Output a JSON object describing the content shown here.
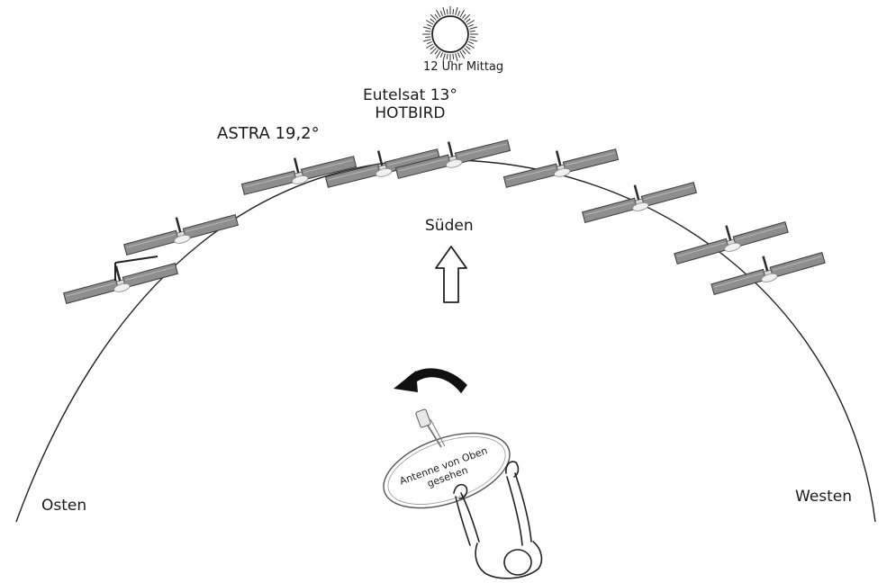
{
  "labels": {
    "sun": "12 Uhr Mittag",
    "eutelsat_line1": "Eutelsat 13°",
    "eutelsat_line2": "HOTBIRD",
    "astra": "ASTRA 19,2°",
    "south": "Süden",
    "east": "Osten",
    "west": "Westen",
    "antenna_line1": "Antenne von Oben",
    "antenna_line2": "gesehen"
  },
  "icons": {
    "sun": "sun-icon",
    "satellite": "satellite-icon",
    "south_arrow": "arrow-up-icon",
    "rotate_arrow": "curved-arrow-left-icon",
    "antenna": "satellite-dish-icon",
    "person": "person-top-view-icon"
  },
  "satellites": [
    {
      "id": "sat-1"
    },
    {
      "id": "sat-2"
    },
    {
      "id": "sat-astra"
    },
    {
      "id": "sat-hotbird-1"
    },
    {
      "id": "sat-hotbird-2"
    },
    {
      "id": "sat-6"
    },
    {
      "id": "sat-7"
    },
    {
      "id": "sat-8"
    },
    {
      "id": "sat-9"
    }
  ]
}
